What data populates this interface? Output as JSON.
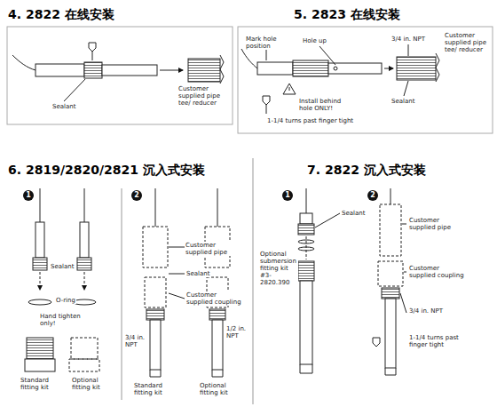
{
  "diagram": {
    "labels": [
      "4. 2822 在线安装",
      "Customer supplied pipe tee/ reducer",
      "Sealant",
      "5. 2823 在线安装",
      "Mark hole position",
      "Hole up",
      "3/4 in. NPT",
      "Customer supplied pipe tee/ reducer",
      "Install behind hole ONLY!",
      "Sealant",
      "1-1/4 turns past finger tight",
      "6. 2819/2820/2821 沉入式安装",
      "1",
      "Sealant",
      "O-ring",
      "Hand tighten only!",
      "Standard fitting kit",
      "Optional fitting kit",
      "2",
      "Customer supplied pipe",
      "Sealant",
      "Customer supplied coupling",
      "3/4 in. NPT",
      "1/2 in. NPT",
      "Standard fitting kit",
      "Optional fitting kit",
      "7. 2822 沉入式安装",
      "1",
      "Sealant",
      "Optional submersion fitting kit #3-2820.390",
      "2",
      "Customer supplied pipe",
      "Customer supplied coupling",
      "3/4 in. NPT",
      "1-1/4 turns past finger tight"
    ]
  }
}
